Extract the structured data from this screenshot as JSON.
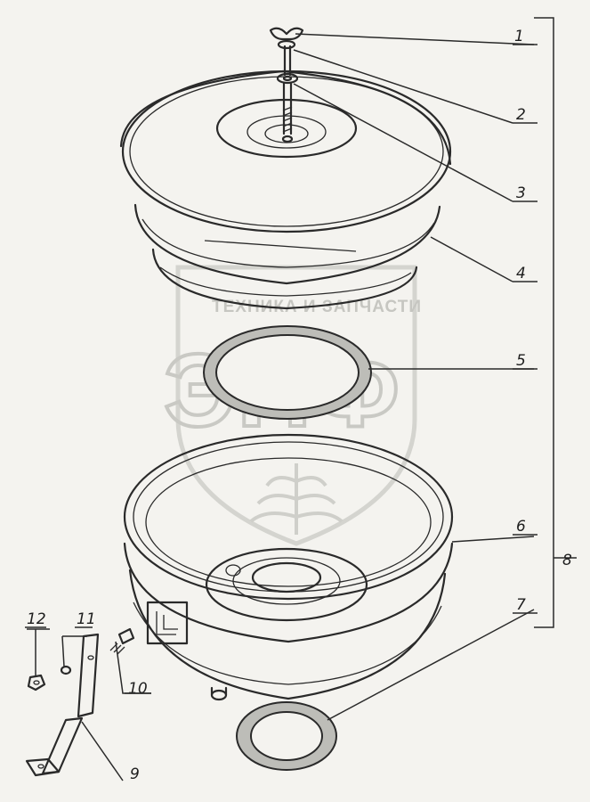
{
  "watermark": {
    "line_top": "ТЕХНИКА И ЗАПЧАСТИ",
    "logo": "ЭПФ"
  },
  "callouts": [
    {
      "id": "1",
      "label": "1"
    },
    {
      "id": "2",
      "label": "2"
    },
    {
      "id": "3",
      "label": "3"
    },
    {
      "id": "4",
      "label": "4"
    },
    {
      "id": "5",
      "label": "5"
    },
    {
      "id": "6",
      "label": "6"
    },
    {
      "id": "7",
      "label": "7"
    },
    {
      "id": "8",
      "label": "8"
    },
    {
      "id": "9",
      "label": "9"
    },
    {
      "id": "10",
      "label": "10"
    },
    {
      "id": "11",
      "label": "11"
    },
    {
      "id": "12",
      "label": "12"
    }
  ],
  "parts": [
    {
      "name": "wing-nut"
    },
    {
      "name": "washer"
    },
    {
      "name": "stud"
    },
    {
      "name": "cover"
    },
    {
      "name": "sealing-ring"
    },
    {
      "name": "housing"
    },
    {
      "name": "bottom-gasket"
    },
    {
      "name": "assembly-bracket"
    },
    {
      "name": "mounting-bracket"
    },
    {
      "name": "bolt"
    },
    {
      "name": "lock-washer"
    },
    {
      "name": "nut"
    }
  ]
}
